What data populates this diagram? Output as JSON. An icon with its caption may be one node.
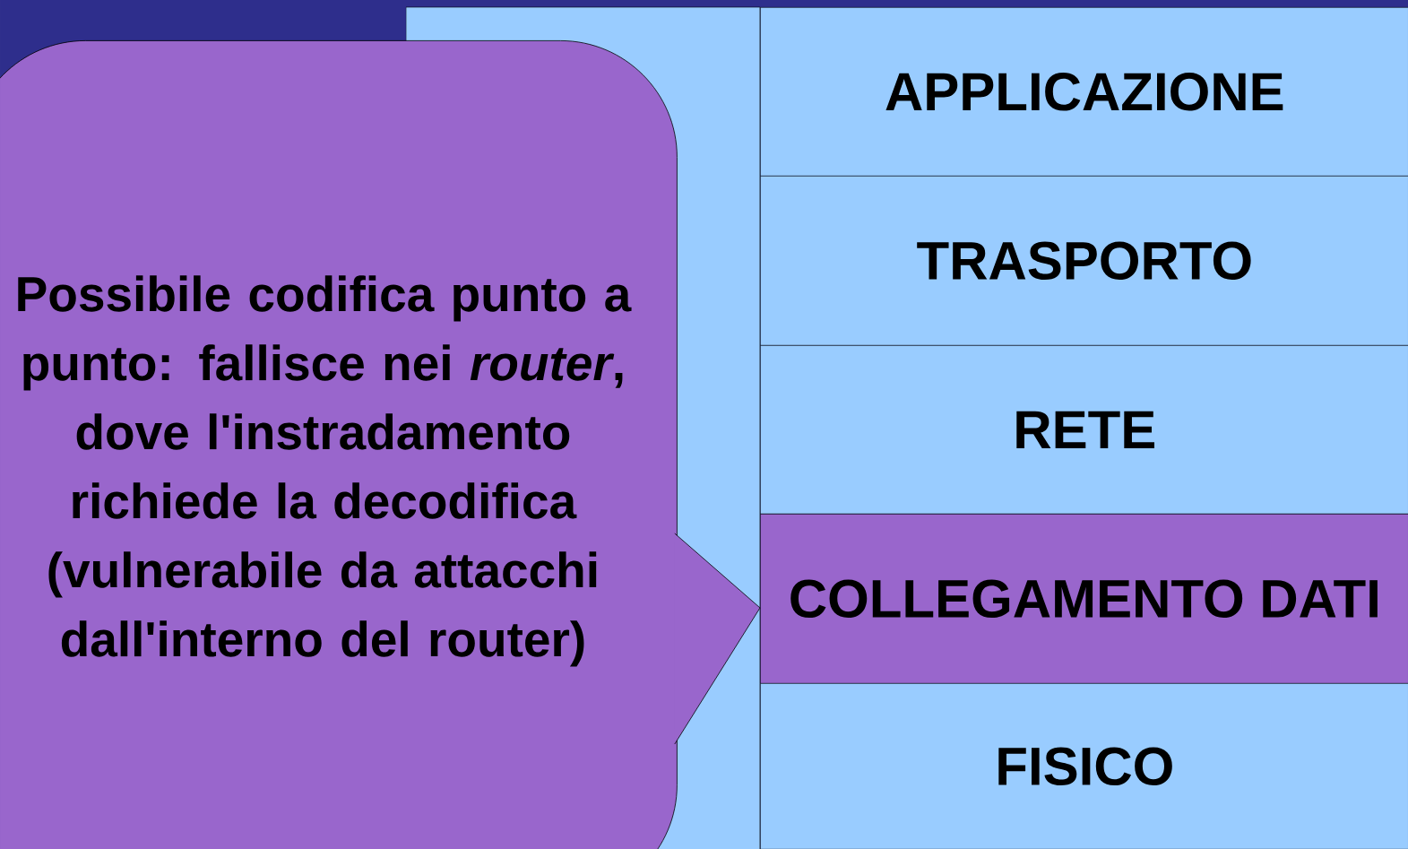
{
  "diagram": {
    "nodes": [
      {
        "text": [
          "APPLICAZIONE"
        ]
      },
      {
        "text": [
          "TRASPORTO"
        ]
      },
      {
        "text": [
          "RETE"
        ]
      },
      {
        "text": [
          "COLLEGAMENTO DATI"
        ]
      },
      {
        "text": [
          "FISICO"
        ]
      },
      {
        "text": [
          "Possibile codifica punto a punto: fallisce nei *router*, dove l'instradamento richiede la decodifica (vulnerabile da attacchi dall'interno del router)"
        ]
      }
    ]
  }
}
